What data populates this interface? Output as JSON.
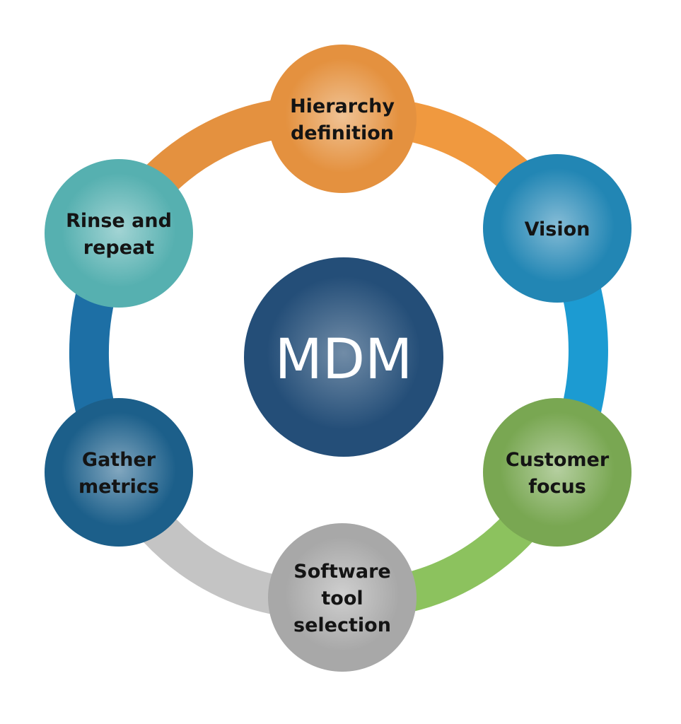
{
  "diagram": {
    "center": {
      "label": "MDM",
      "color": "#244e78"
    },
    "nodes": [
      {
        "id": "hierarchy-definition",
        "lines": [
          "Hierarchy",
          "definition"
        ],
        "color": "#e4913f",
        "connector_color": "#f0993f"
      },
      {
        "id": "vision",
        "lines": [
          "Vision"
        ],
        "color": "#2286b4",
        "connector_color": "#1c9bd2"
      },
      {
        "id": "customer-focus",
        "lines": [
          "Customer",
          "focus"
        ],
        "color": "#79a752",
        "connector_color": "#8cc25e"
      },
      {
        "id": "software-tool-selection",
        "lines": [
          "Software",
          "tool",
          "selection"
        ],
        "color": "#a8a8a8",
        "connector_color": "#c4c4c4"
      },
      {
        "id": "gather-metrics",
        "lines": [
          "Gather",
          "metrics"
        ],
        "color": "#1c5f8a",
        "connector_color": "#1d6fa5"
      },
      {
        "id": "rinse-and-repeat",
        "lines": [
          "Rinse and",
          "repeat"
        ],
        "color": "#56b0b0",
        "connector_color": "#e4913f"
      }
    ]
  }
}
